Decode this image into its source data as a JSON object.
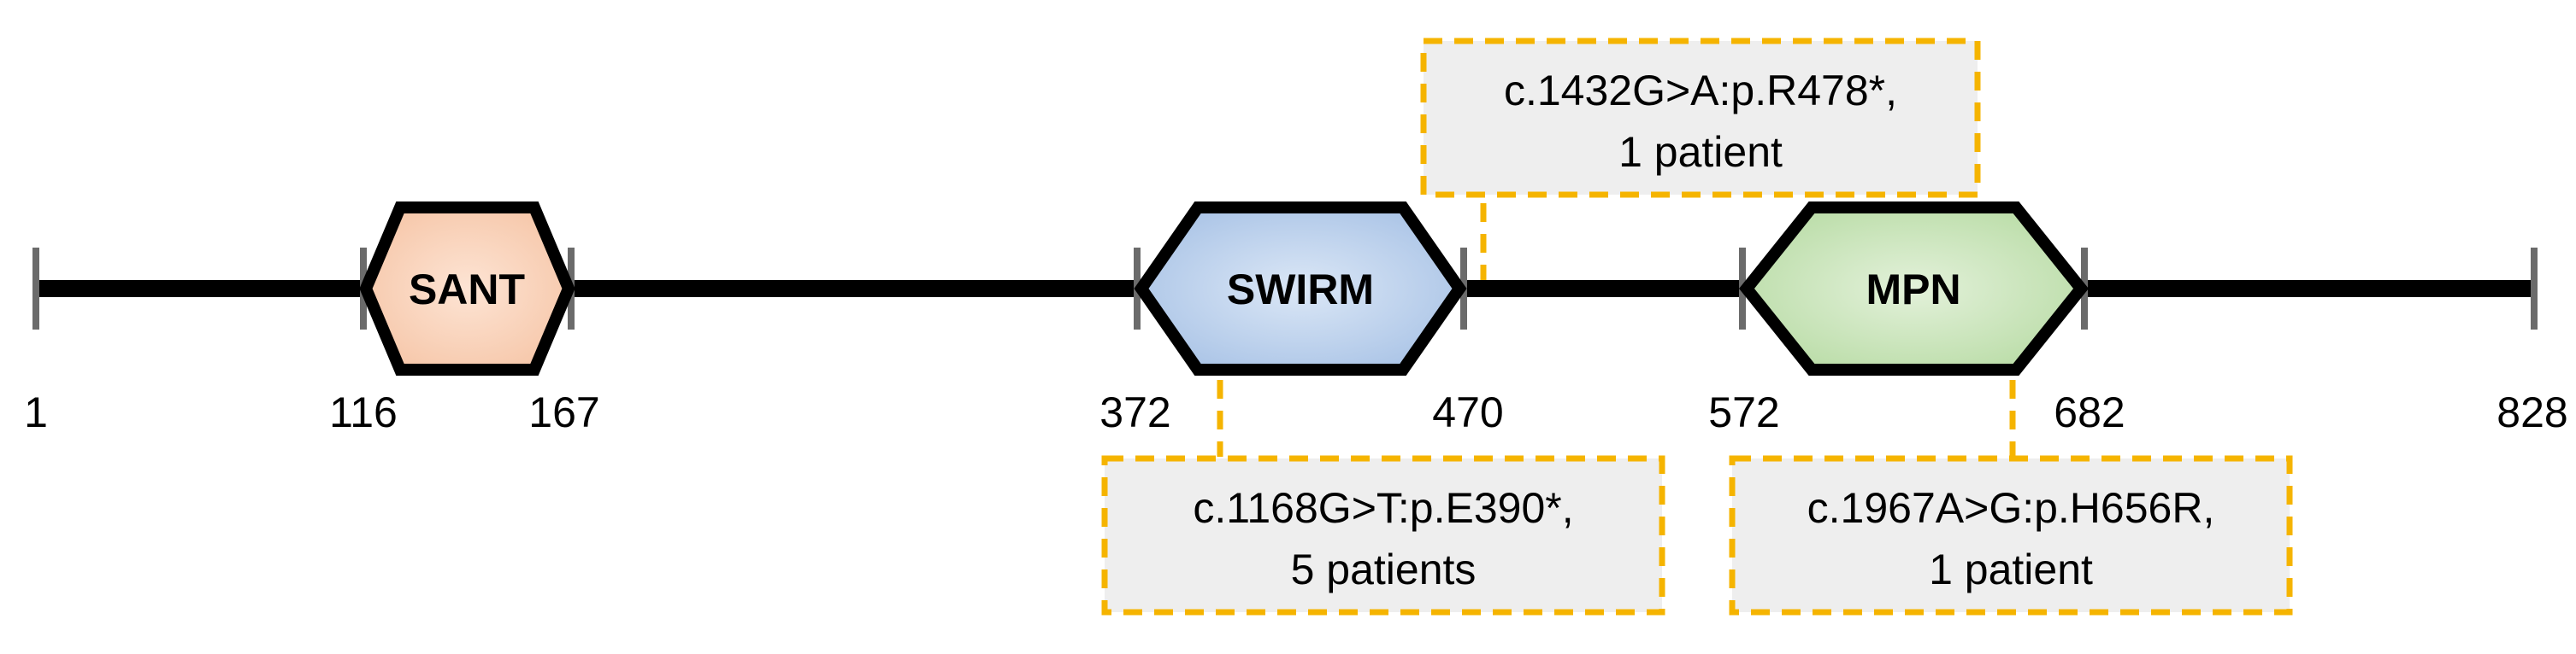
{
  "protein": {
    "start_label": "1",
    "end_label": "828"
  },
  "domains": [
    {
      "name": "SANT",
      "start": 116,
      "end": 167,
      "start_label": "116",
      "end_label": "167",
      "color": "#f6c6a8",
      "color_light": "#fde4d4"
    },
    {
      "name": "SWIRM",
      "start": 372,
      "end": 470,
      "start_label": "372",
      "end_label": "470",
      "color": "#a9c3e6",
      "color_light": "#dbe7f6"
    },
    {
      "name": "MPN",
      "start": 572,
      "end": 682,
      "start_label": "572",
      "end_label": "682",
      "color": "#b9dca6",
      "color_light": "#e3f1da"
    }
  ],
  "mutations": [
    {
      "line1": "c.1432G>A:p.R478*,",
      "line2": "1 patient"
    },
    {
      "line1": "c.1168G>T:p.E390*,",
      "line2": "5 patients"
    },
    {
      "line1": "c.1967A>G:p.H656R,",
      "line2": "1 patient"
    }
  ],
  "colors": {
    "backbone": "#000000",
    "tick": "#6b6b6b",
    "callout_border": "#f5b400",
    "callout_fill": "#eeeeee"
  }
}
